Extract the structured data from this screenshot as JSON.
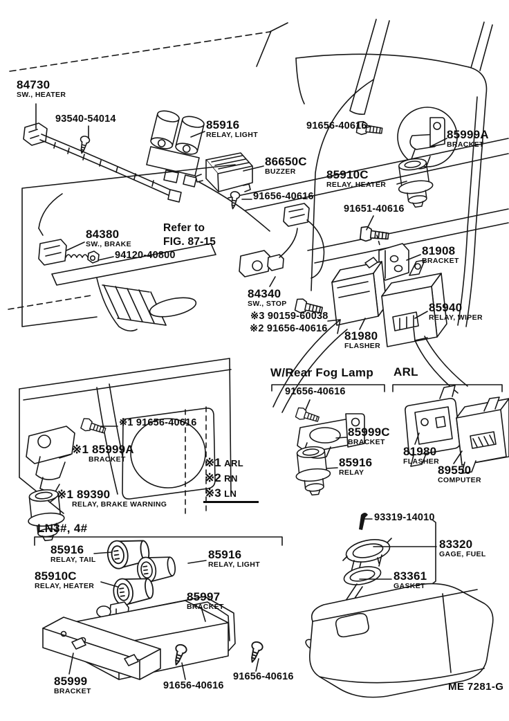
{
  "figure": {
    "code": "ME 7281-G"
  },
  "note": {
    "line1": "Refer to",
    "line2": "FIG. 87-15"
  },
  "sections": {
    "rear_fog": "W/Rear Fog Lamp",
    "arl": "ARL",
    "ln": "LN3#, 4#"
  },
  "legend": {
    "items": [
      {
        "mark": "※1",
        "model": "ARL"
      },
      {
        "mark": "※2",
        "model": "RN"
      },
      {
        "mark": "※3",
        "model": "LN"
      }
    ]
  },
  "parts": {
    "sw_heater": {
      "num": "84730",
      "desc": "SW., HEATER"
    },
    "screw_93540": {
      "num": "93540-54014"
    },
    "relay_light_top": {
      "num": "85916",
      "desc": "RELAY, LIGHT"
    },
    "bolt_91656_top": {
      "num": "91656-40616"
    },
    "bracket_85999a_top": {
      "num": "85999A",
      "desc": "BRACKET"
    },
    "buzzer": {
      "num": "86650C",
      "desc": "BUZZER"
    },
    "relay_heater_top": {
      "num": "85910C",
      "desc": "RELAY, HEATER"
    },
    "bolt_91656_mid": {
      "num": "91656-40616"
    },
    "bolt_91651": {
      "num": "91651-40616"
    },
    "sw_brake": {
      "num": "84380",
      "desc": "SW., BRAKE"
    },
    "nut_94120": {
      "num": "94120-40800"
    },
    "sw_stop": {
      "num": "84340",
      "desc": "SW., STOP"
    },
    "note_screw_ln": {
      "num": "※3 90159-60038"
    },
    "note_bolt_rn": {
      "num": "※2 91656-40616"
    },
    "flasher_mid": {
      "num": "81980",
      "desc": "FLASHER"
    },
    "relay_wiper": {
      "num": "85940",
      "desc": "RELAY, WIPER"
    },
    "bracket_81908": {
      "num": "81908",
      "desc": "BRACKET"
    },
    "bolt_91656_fog": {
      "num": "91656-40616"
    },
    "bracket_85999c": {
      "num": "85999C",
      "desc": "BRACKET"
    },
    "relay_fog": {
      "num": "85916",
      "desc": "RELAY"
    },
    "flasher_arl": {
      "num": "81980",
      "desc": "FLASHER"
    },
    "computer": {
      "num": "89550",
      "desc": "COMPUTER"
    },
    "bolt_91656_note1": {
      "num": "※1 91656-40616"
    },
    "bracket_85999a_mid": {
      "num": "※1 85999A",
      "desc": "BRACKET"
    },
    "relay_brake_warning": {
      "num": "※1 89390",
      "desc": "RELAY, BRAKE WARNING"
    },
    "relay_tail": {
      "num": "85916",
      "desc": "RELAY, TAIL"
    },
    "relay_light_ln": {
      "num": "85916",
      "desc": "RELAY, LIGHT"
    },
    "relay_heater_ln": {
      "num": "85910C",
      "desc": "RELAY, HEATER"
    },
    "bracket_85997": {
      "num": "85997",
      "desc": "BRACKET"
    },
    "bracket_85999": {
      "num": "85999",
      "desc": "BRACKET"
    },
    "bolt_91656_bottom1": {
      "num": "91656-40616"
    },
    "bolt_91656_bottom2": {
      "num": "91656-40616"
    },
    "screw_93319": {
      "num": "93319-14010"
    },
    "gage_fuel": {
      "num": "83320",
      "desc": "GAGE, FUEL"
    },
    "gasket": {
      "num": "83361",
      "desc": "GASKET"
    }
  }
}
